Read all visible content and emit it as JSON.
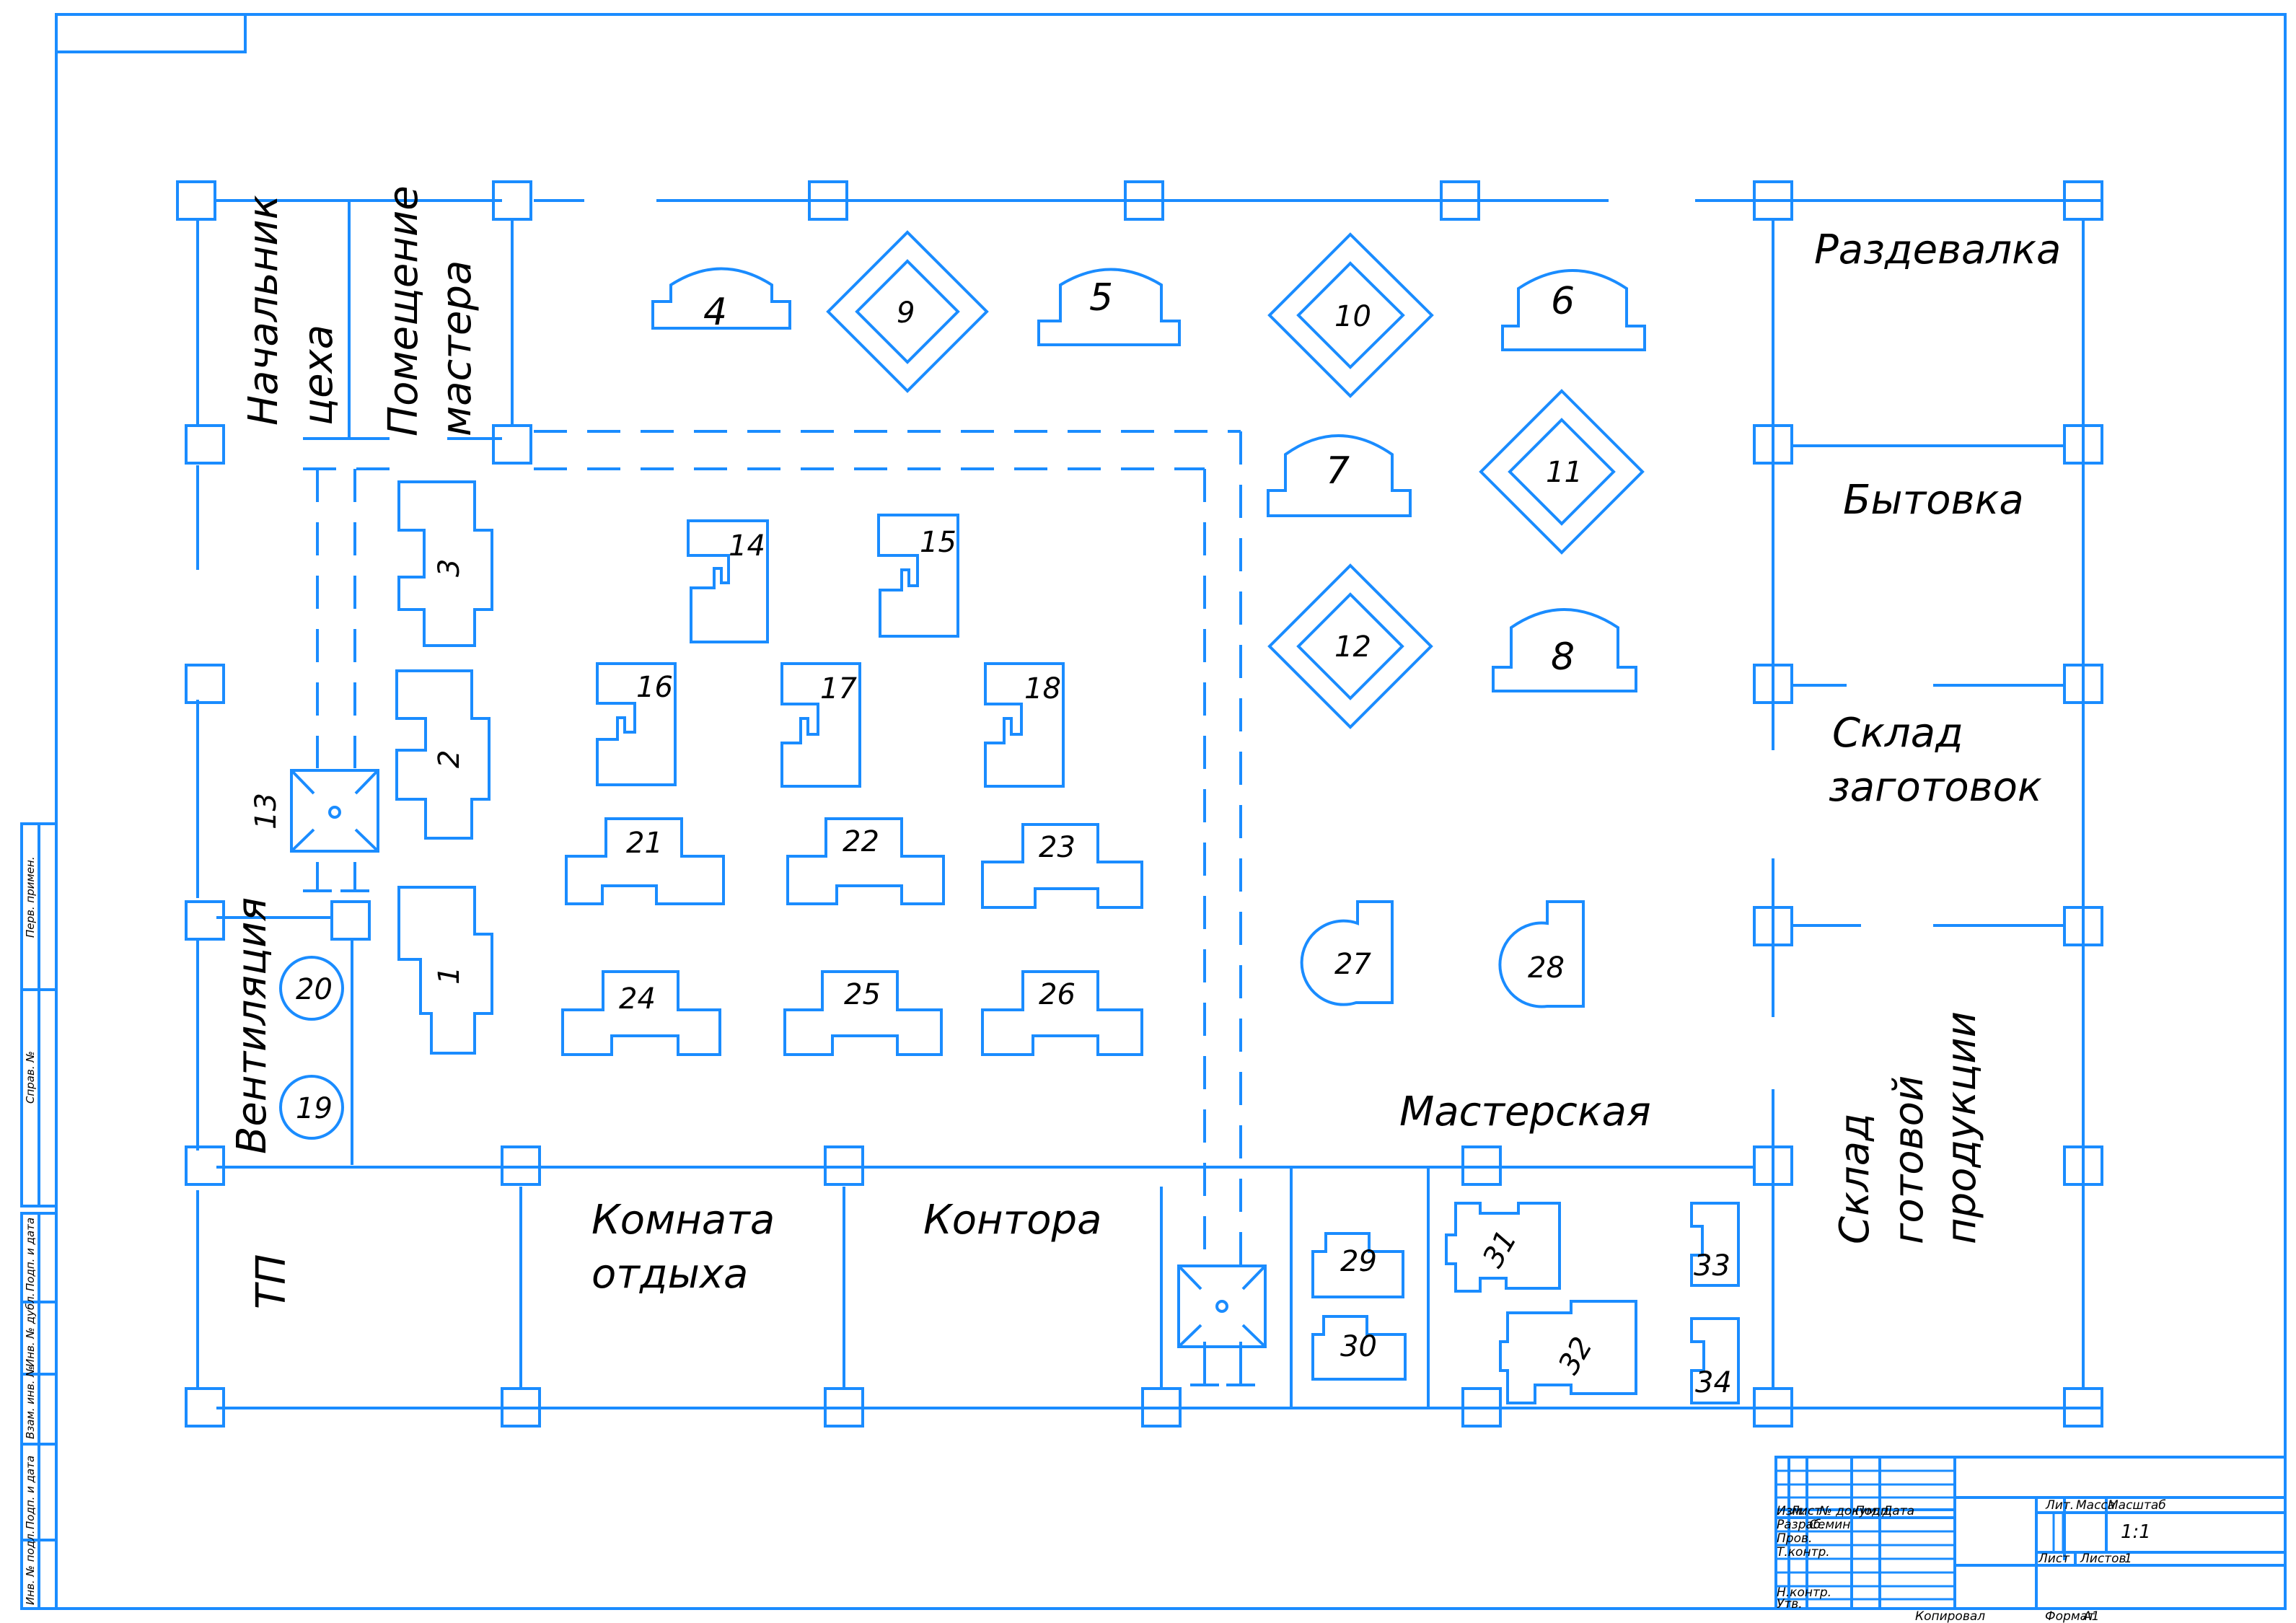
{
  "drawing": {
    "type": "Workshop floor layout",
    "line_color": "#1a8cff",
    "text_color": "#000000"
  },
  "rooms": {
    "head_of_shop": [
      "Начальник",
      "цеха"
    ],
    "master_room": [
      "Помещение",
      "мастера"
    ],
    "locker_room": "Раздевалка",
    "utility_room": "Бытовка",
    "blank_warehouse": [
      "Склад",
      "заготовок"
    ],
    "finished_goods_warehouse": [
      "Склад",
      "готовой",
      "продукции"
    ],
    "workshop": "Мастерская",
    "ventilation": "Вентиляция",
    "transformer": "ТП",
    "rest_room": [
      "Комната",
      "отдыха"
    ],
    "office": "Контора"
  },
  "equipment_numbers": [
    "1",
    "2",
    "3",
    "4",
    "5",
    "6",
    "7",
    "8",
    "9",
    "10",
    "11",
    "12",
    "13",
    "14",
    "15",
    "16",
    "17",
    "18",
    "19",
    "20",
    "21",
    "22",
    "23",
    "24",
    "25",
    "26",
    "27",
    "28",
    "29",
    "30",
    "31",
    "32",
    "33",
    "34"
  ],
  "title_block": {
    "headers": {
      "izm": "Изм.",
      "list": "Лист",
      "doc_no": "№ докум.",
      "sign": "Подп.",
      "date": "Дата"
    },
    "roles": {
      "developer": "Разраб.",
      "checker": "Пров.",
      "tech_control": "Т.контр.",
      "norm_control": "Н.контр.",
      "approved": "Утв."
    },
    "developer_name": "Семин",
    "lit": "Лит.",
    "mass": "Масса",
    "scale_label": "Масштаб",
    "scale_value": "1:1",
    "sheet": "Лист",
    "sheets": "Листов",
    "sheets_value": "1",
    "copied": "Копировал",
    "format_label": "Формат",
    "format_value": "A1"
  },
  "side_stamp": [
    "Перв. примен.",
    "Справ. №",
    "Подп. и дата",
    "Инв. № дубл.",
    "Взам. инв. №",
    "Подп. и дата",
    "Инв. № подл."
  ]
}
